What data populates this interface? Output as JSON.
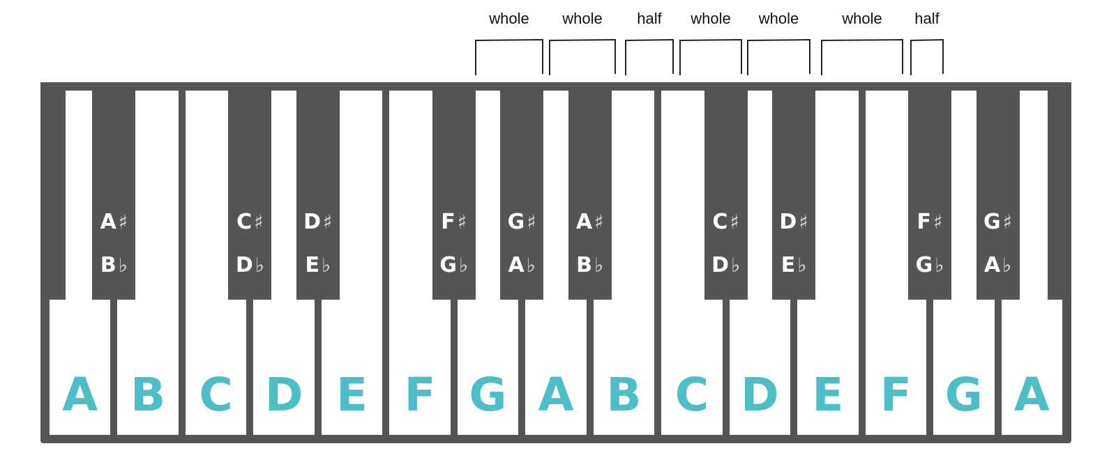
{
  "white_keys": [
    "A",
    "B",
    "C",
    "D",
    "E",
    "F",
    "G",
    "A",
    "B",
    "C",
    "D",
    "E",
    "F",
    "G",
    "A"
  ],
  "black_keys": [
    {
      "sharp": "A",
      "flat": "B"
    },
    {
      "sharp": "C",
      "flat": "D"
    },
    {
      "sharp": "D",
      "flat": "E"
    },
    {
      "sharp": "F",
      "flat": "G"
    },
    {
      "sharp": "G",
      "flat": "A"
    },
    {
      "sharp": "A",
      "flat": "B"
    },
    {
      "sharp": "C",
      "flat": "D"
    },
    {
      "sharp": "D",
      "flat": "E"
    },
    {
      "sharp": "F",
      "flat": "G"
    },
    {
      "sharp": "G",
      "flat": "A"
    }
  ],
  "symbols": {
    "sharp": "♯",
    "flat": "♭"
  },
  "intervals": [
    "whole",
    "whole",
    "half",
    "whole",
    "whole",
    "whole",
    "half"
  ],
  "colors": {
    "white_key_label": "#4dbec6",
    "black_key": "#555555",
    "frame": "#555555"
  }
}
